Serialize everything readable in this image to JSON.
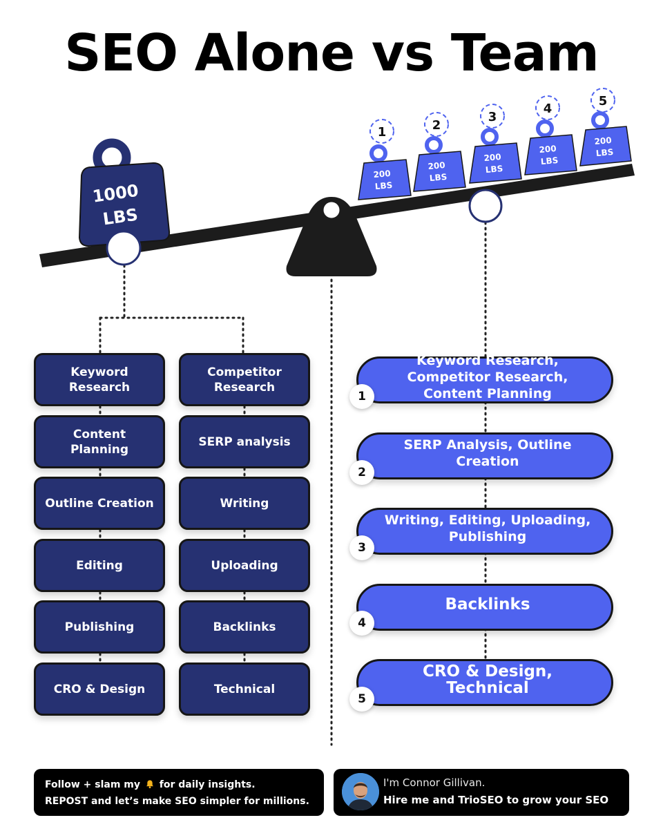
{
  "title": "SEO Alone vs Team",
  "colors": {
    "dark_navy": "#263172",
    "blue": "#4f63ef",
    "black": "#161616",
    "white": "#ffffff"
  },
  "alone_weight": {
    "value": "1000",
    "unit": "LBS"
  },
  "team_weights": [
    {
      "num": "1",
      "value": "200",
      "unit": "LBS"
    },
    {
      "num": "2",
      "value": "200",
      "unit": "LBS"
    },
    {
      "num": "3",
      "value": "200",
      "unit": "LBS"
    },
    {
      "num": "4",
      "value": "200",
      "unit": "LBS"
    },
    {
      "num": "5",
      "value": "200",
      "unit": "LBS"
    }
  ],
  "alone_tasks": {
    "left_column": [
      "Keyword Research",
      "Content Planning",
      "Outline Creation",
      "Editing",
      "Publishing",
      "CRO & Design"
    ],
    "right_column": [
      "Competitor Research",
      "SERP analysis",
      "Writing",
      "Uploading",
      "Backlinks",
      "Technical"
    ]
  },
  "team_tasks": [
    {
      "num": "1",
      "label": "Keyword Research, Competitor Research, Content Planning"
    },
    {
      "num": "2",
      "label": "SERP Analysis, Outline Creation"
    },
    {
      "num": "3",
      "label": "Writing, Editing, Uploading, Publishing"
    },
    {
      "num": "4",
      "label": "Backlinks"
    },
    {
      "num": "5",
      "label": "CRO & Design, Technical"
    }
  ],
  "footer": {
    "line1_before": "Follow + slam my",
    "line1_icon": "bell-icon",
    "line1_after": "for daily insights.",
    "line2": "REPOST and let’s make SEO simpler for millions.",
    "name": "I'm Connor Gillivan.",
    "cta": "Hire me and TrioSEO to grow your SEO"
  }
}
